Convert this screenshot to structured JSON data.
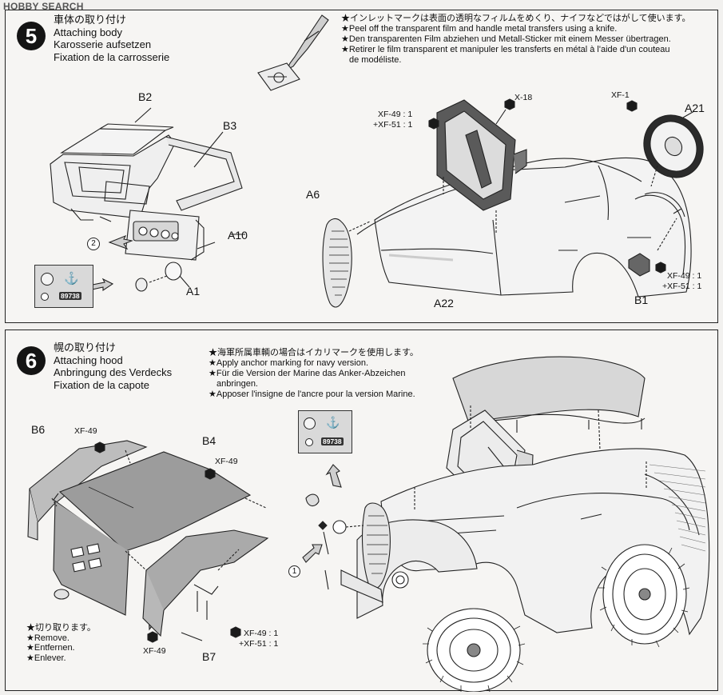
{
  "watermark": "HOBBY SEARCH",
  "step5": {
    "number": "5",
    "title_ja": "車体の取り付け",
    "title_en": "Attaching body",
    "title_de": "Karosserie aufsetzen",
    "title_fr": "Fixation de la carrosserie",
    "notes": [
      "★インレットマークは表面の透明なフィルムをめくり、ナイフなどではがして使います。",
      "★Peel off the transparent film and handle metal transfers using a knife.",
      "★Den transparenten Film abziehen und Metall-Sticker mit einem Messer übertragen.",
      "★Retirer le film transparent et manipuler les transferts en métal à l'aide d'un couteau",
      "de modéliste."
    ],
    "labels": {
      "b2": "B2",
      "b3": "B3",
      "a10": "A10",
      "a1": "A1",
      "a6": "A6",
      "a22": "A22",
      "a21": "A21",
      "b1": "B1",
      "x18": "X-18",
      "xf1": "XF-1",
      "paint_left_1": "XF-49 : 1",
      "paint_left_2": "+XF-51 : 1",
      "paint_right_1": "XF-49 : 1",
      "paint_right_2": "+XF-51 : 1",
      "callout": "2",
      "decal_code": "89738"
    }
  },
  "step6": {
    "number": "6",
    "title_ja": "幌の取り付け",
    "title_en": "Attaching hood",
    "title_de": "Anbringung des Verdecks",
    "title_fr": "Fixation de la capote",
    "notes": [
      "★海軍所属車輌の場合はイカリマークを使用します。",
      "★Apply anchor marking for navy version.",
      "★Für die Version der Marine das Anker-Abzeichen",
      "anbringen.",
      "★Apposer l'insigne de l'ancre pour la version Marine."
    ],
    "remove": [
      "★切り取ります。",
      "★Remove.",
      "★Entfernen.",
      "★Enlever."
    ],
    "labels": {
      "b6": "B6",
      "b4": "B4",
      "b7": "B7",
      "xf49_a": "XF-49",
      "xf49_b": "XF-49",
      "xf49_c": "XF-49",
      "paint_1": "XF-49 : 1",
      "paint_2": "+XF-51 : 1",
      "callout": "1",
      "decal_code": "89738"
    }
  }
}
